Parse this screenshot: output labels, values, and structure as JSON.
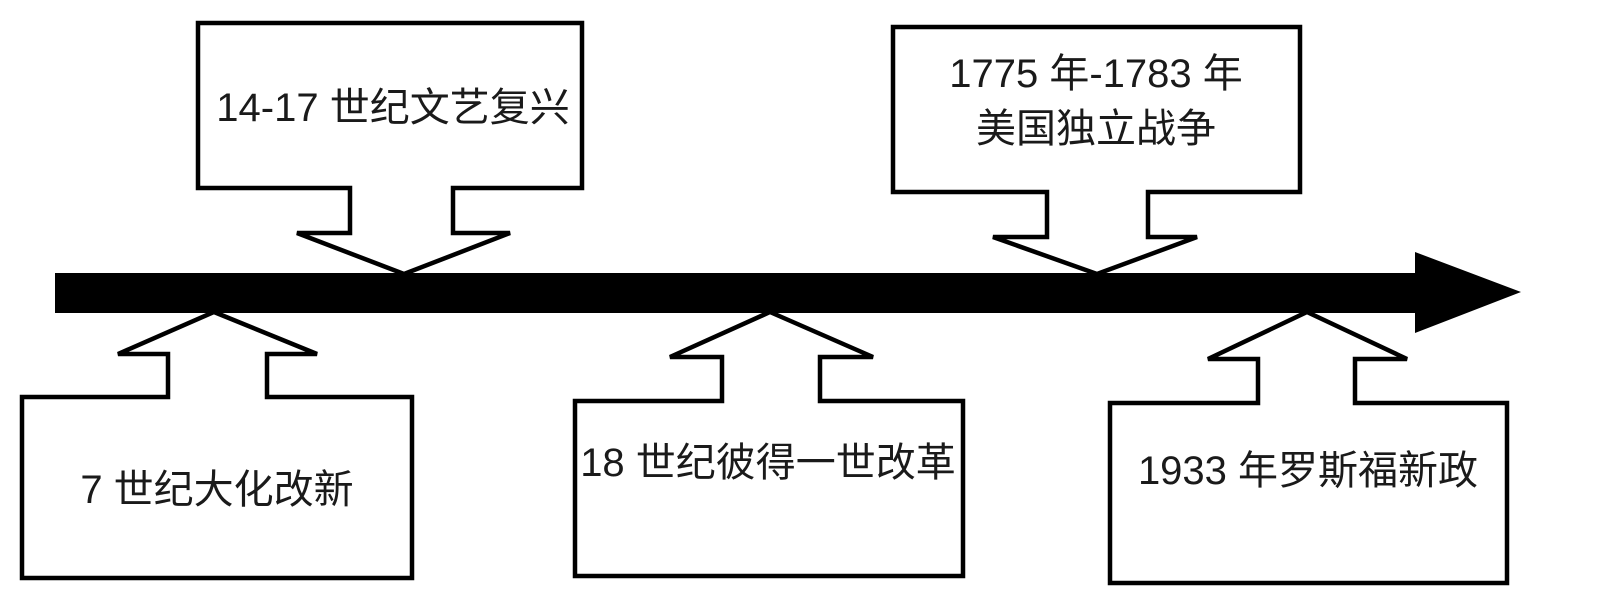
{
  "diagram": {
    "type": "timeline",
    "direction": "left-to-right",
    "axis": {
      "shape": "thick-right-arrow",
      "color": "#000000"
    },
    "colors": {
      "background": "#ffffff",
      "box_fill": "#ffffff",
      "stroke": "#000000",
      "text": "#1a1a1a"
    },
    "events": [
      {
        "id": "renaissance",
        "position": "above",
        "lines": [
          "14-17 世纪文艺复兴"
        ]
      },
      {
        "id": "american-independence-war",
        "position": "above",
        "lines": [
          "1775 年-1783 年",
          "美国独立战争"
        ]
      },
      {
        "id": "taika-reform",
        "position": "below",
        "lines": [
          "7 世纪大化改新"
        ]
      },
      {
        "id": "peter-the-great-reform",
        "position": "below",
        "lines": [
          "18 世纪彼得一世改革"
        ]
      },
      {
        "id": "roosevelt-new-deal",
        "position": "below",
        "lines": [
          "1933 年罗斯福新政"
        ]
      }
    ]
  }
}
